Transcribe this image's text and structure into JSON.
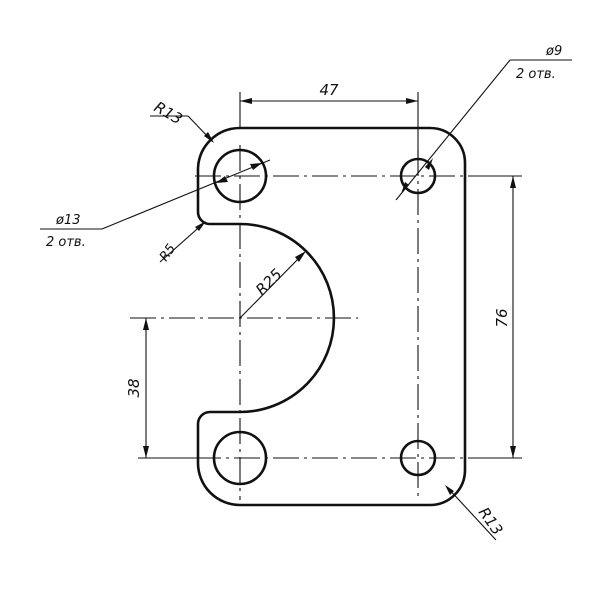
{
  "drawing": {
    "dim_width": "47",
    "dim_height": "76",
    "dim_offset": "38",
    "radius_slot": "R25",
    "radius_corner_top": "R13",
    "radius_corner_bottom": "R13",
    "radius_fillet": "R5",
    "hole_small_diameter": "ø9",
    "hole_small_count": "2 отв.",
    "hole_large_diameter": "ø13",
    "hole_large_count": "2 отв."
  }
}
